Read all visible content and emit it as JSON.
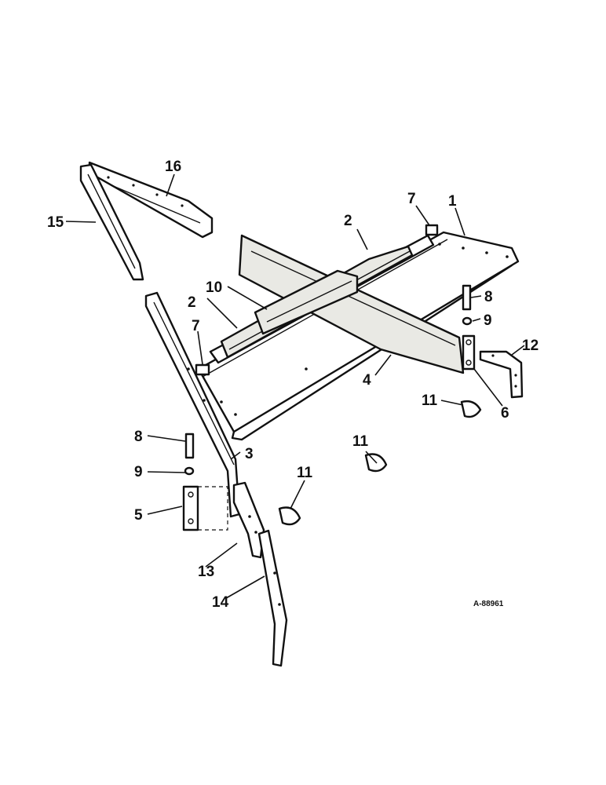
{
  "callouts": {
    "c1": "1",
    "c2a": "2",
    "c2b": "2",
    "c3": "3",
    "c4": "4",
    "c5": "5",
    "c6": "6",
    "c7a": "7",
    "c7b": "7",
    "c8a": "8",
    "c8b": "8",
    "c9a": "9",
    "c9b": "9",
    "c10": "10",
    "c11a": "11",
    "c11b": "11",
    "c11c": "11",
    "c12": "12",
    "c13": "13",
    "c14": "14",
    "c15": "15",
    "c16": "16"
  },
  "reference_code": "A-88961"
}
